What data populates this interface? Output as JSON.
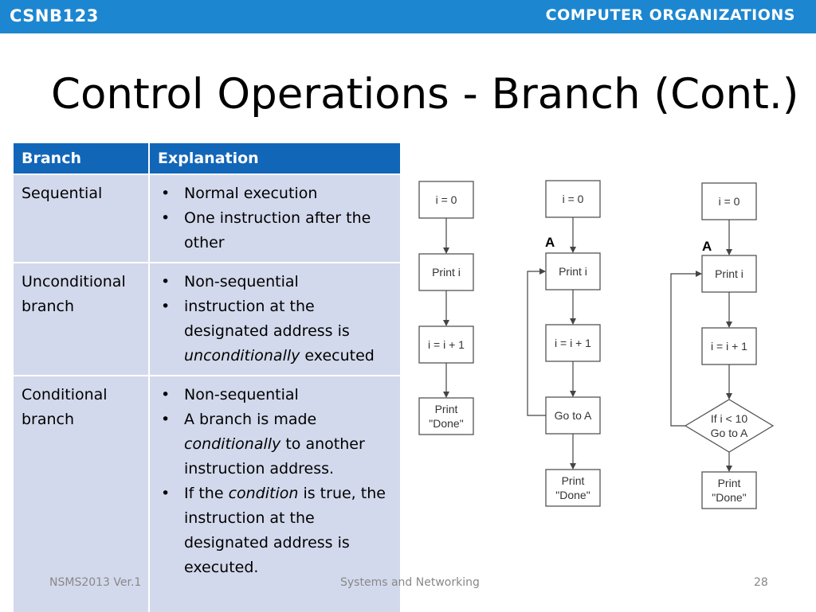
{
  "header": {
    "course_code": "CSNB123",
    "course_name": "COMPUTER ORGANIZATIONS"
  },
  "title": "Control Operations - Branch (Cont.)",
  "table": {
    "headers": [
      "Branch",
      "Explanation"
    ],
    "rows": [
      {
        "branch": [
          "Sequential"
        ],
        "bullets": [
          "Normal execution",
          "One instruction after the other"
        ]
      },
      {
        "branch": [
          "Unconditional",
          "branch"
        ],
        "bullets": [
          "Non-sequential",
          {
            "prefix": "instruction at the designated address is ",
            "em": "unconditionally",
            "suffix": " executed"
          }
        ]
      },
      {
        "branch": [
          "Conditional",
          "branch"
        ],
        "bullets": [
          "Non-sequential",
          {
            "prefix": "A branch is made ",
            "em": "conditionally",
            "suffix": " to another instruction address."
          },
          {
            "prefix": "If the ",
            "em": "condition",
            "suffix": " is true, the instruction at the designated address is executed."
          }
        ]
      }
    ]
  },
  "flowcharts": {
    "sequential": [
      "i = 0",
      "Print i",
      "i = i + 1",
      "Print\n\"Done\""
    ],
    "unconditional": [
      "i = 0",
      "Print i",
      "i = i + 1",
      "Go to A",
      "Print\n\"Done\""
    ],
    "conditional": [
      "i = 0",
      "Print i",
      "i = i + 1",
      "If i < 10\nGo to A",
      "Print\n\"Done\""
    ],
    "label_a": "A"
  },
  "footer": {
    "left": "NSMS2013 Ver.1",
    "center": "Systems and Networking",
    "page": "28"
  }
}
